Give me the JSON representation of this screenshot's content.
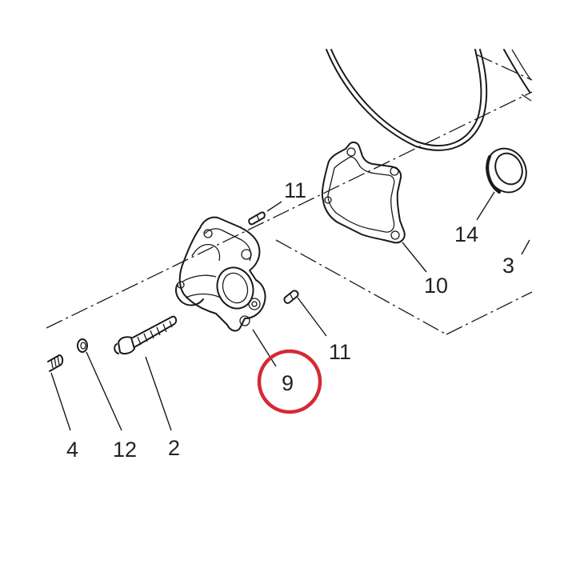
{
  "labels": {
    "p2": "2",
    "p3": "3",
    "p4": "4",
    "p9": "9",
    "p10": "10",
    "p11a": "11",
    "p11b": "11",
    "p12": "12",
    "p14": "14"
  },
  "colors": {
    "highlight": "#d42a35",
    "line": "#1a1a1a"
  }
}
